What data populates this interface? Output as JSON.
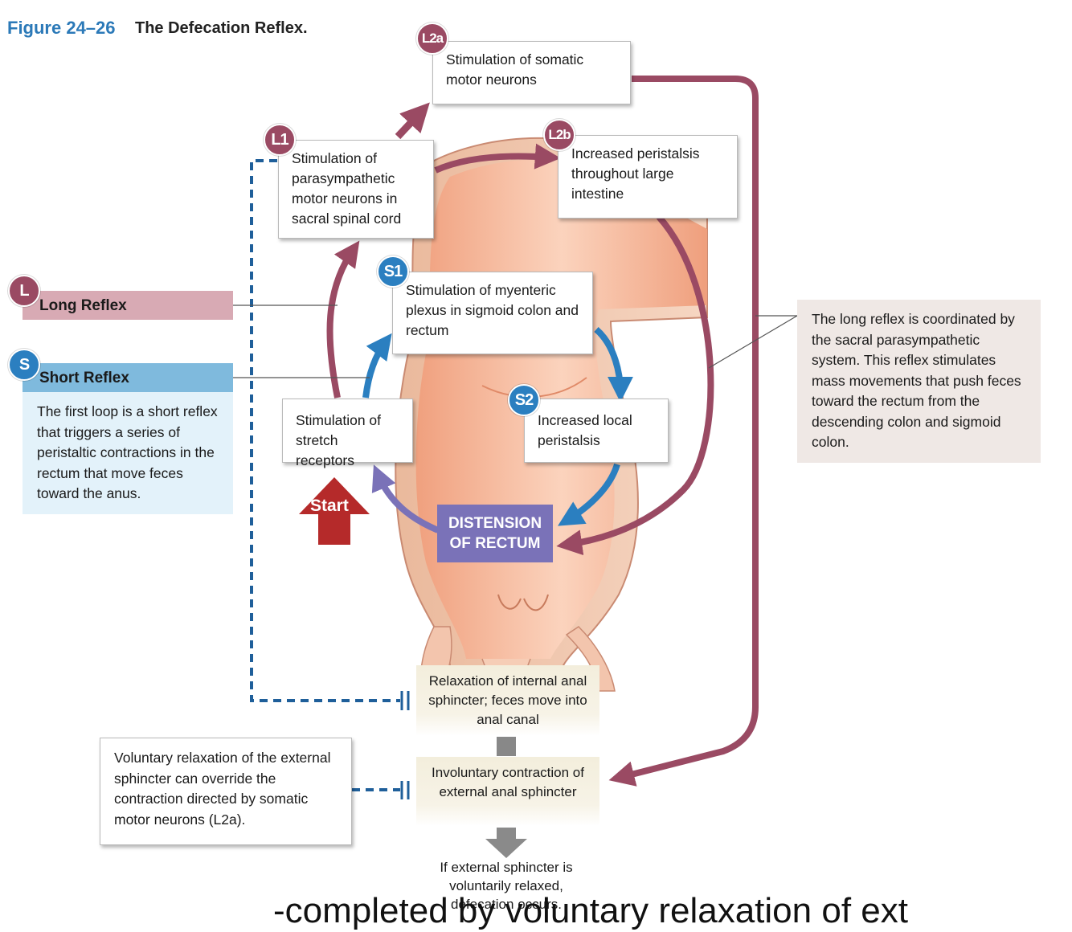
{
  "figure": {
    "number": "Figure 24–26",
    "title": "The Defecation Reflex."
  },
  "legend": {
    "long": {
      "badge": "L",
      "label": "Long Reflex"
    },
    "short": {
      "badge": "S",
      "label": "Short Reflex",
      "description": "The first loop is a short reflex that triggers a series of peristaltic contractions in the rectum that move feces toward the anus."
    }
  },
  "steps": {
    "l2a": {
      "badge": "L2a",
      "text": "Stimulation of somatic motor neurons"
    },
    "l1": {
      "badge": "L1",
      "text": "Stimulation of parasympathetic motor neurons in sacral spinal cord"
    },
    "l2b": {
      "badge": "L2b",
      "text": "Increased peristalsis throughout large intestine"
    },
    "s1": {
      "badge": "S1",
      "text": "Stimulation of myenteric plexus in sigmoid colon and rectum"
    },
    "s2": {
      "badge": "S2",
      "text": "Increased local peristalsis"
    },
    "stretch": {
      "text": "Stimulation of stretch receptors"
    },
    "distension": {
      "line1": "DISTENSION",
      "line2": "OF RECTUM"
    },
    "start": {
      "text": "Start"
    }
  },
  "sphincter": {
    "internal": "Relaxation of internal anal sphincter; feces move into anal canal",
    "external": "Involuntary contraction of external anal sphincter",
    "outcome": "If external sphincter is voluntarily relaxed, defecation occurs."
  },
  "notes": {
    "long_reflex": "The long reflex is coordinated by the sacral parasympathetic system. This reflex stimulates mass movements that push feces toward the rectum from the descending colon and sigmoid colon.",
    "voluntary": "Voluntary relaxation of the external sphincter can override the contraction directed by somatic motor neurons (L2a)."
  },
  "caption": "-completed by voluntary relaxation of ext",
  "colors": {
    "long": "#9a4a63",
    "short": "#2b7fc0",
    "dashed": "#1f5f9a",
    "distension": "#7a72b8",
    "start": "#b52a2a"
  }
}
